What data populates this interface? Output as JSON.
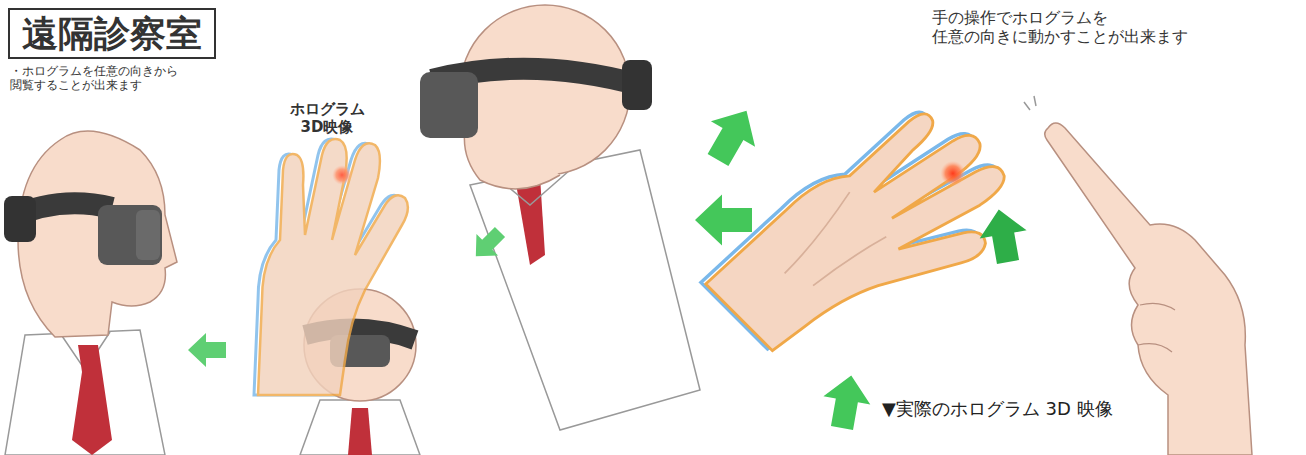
{
  "diagram": {
    "title": "遠隔診察室",
    "labels": [
      "・ホログラムを任意の向きから閲覧することが出来ます",
      "ホログラム 3D映像",
      "手の操作でホログラムを 任意の向きに動かすことが出来ます",
      "▼実際のホログラム 3D 映像"
    ]
  }
}
